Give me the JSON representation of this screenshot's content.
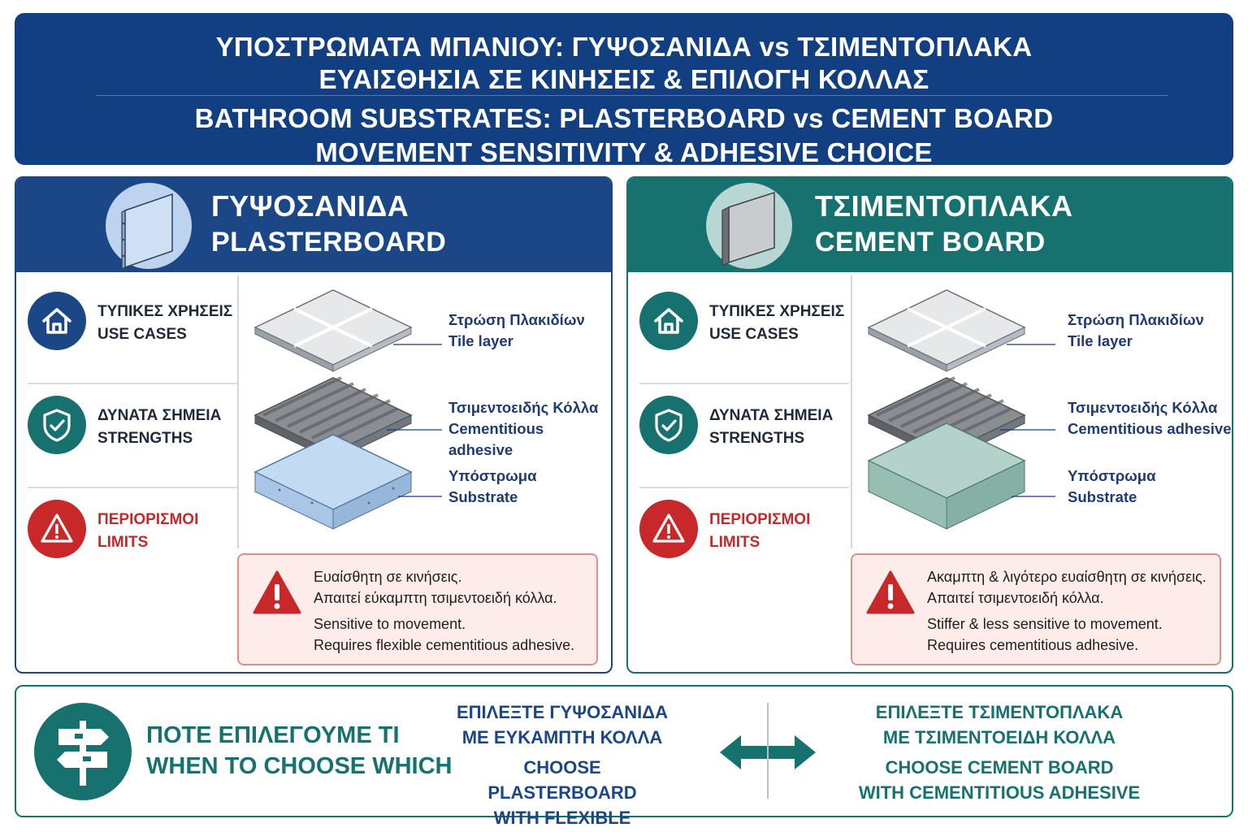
{
  "title": {
    "greek_line1": "ΥΠΟΣΤΡΩΜΑΤΑ ΜΠΑΝΙΟΥ: ΓΥΨΟΣΑΝΙΔΑ vs ΤΣΙΜΕΝΤΟΠΛΑΚΑ",
    "greek_line2": "ΕΥΑΙΣΘΗΣΙΑ ΣΕ ΚΙΝΗΣΕΙΣ & ΕΠΙΛΟΓΗ ΚΟΛΛΑΣ",
    "english_line1": "BATHROOM SUBSTRATES: PLASTERBOARD vs CEMENT BOARD",
    "english_line2": "MOVEMENT SENSITIVITY & ADHESIVE CHOICE"
  },
  "panels": {
    "plasterboard": {
      "title_gr": "ΓΥΨΟΣΑΝΙΔΑ",
      "title_en": "PLASTERBOARD",
      "color": "#1b4787",
      "substrate_color": "#bcd6f0",
      "rows": [
        {
          "icon": "house-icon",
          "gr": "ΤΥΠΙΚΕΣ ΧΡΗΣΕΙΣ",
          "en": "USE CASES"
        },
        {
          "icon": "shield-check-icon",
          "gr": "ΔΥΝΑΤΑ ΣΗΜΕΙΑ",
          "en": "STRENGTHS"
        },
        {
          "icon": "warning-icon",
          "gr": "ΠΕΡΙΟΡΙΣΜΟΙ",
          "en": "LIMITS"
        }
      ],
      "layers": [
        {
          "gr": "Στρώση Πλακιδίων",
          "en": "Tile layer"
        },
        {
          "gr": "Τσιμεντοειδής Κόλλα",
          "en": "Cementitious adhesive"
        },
        {
          "gr": "Υπόστρωμα",
          "en": "Substrate"
        }
      ],
      "warning": {
        "gr_line1": "Ευαίσθητη σε κινήσεις.",
        "gr_line2": "Απαιτεί εύκαμπτη τσιμεντοειδή κόλλα.",
        "en_line1": "Sensitive to movement.",
        "en_line2": "Requires flexible cementitious adhesive."
      }
    },
    "cementboard": {
      "title_gr": "ΤΣΙΜΕΝΤΟΠΛΑΚΑ",
      "title_en": "CEMENT BOARD",
      "color": "#17716f",
      "substrate_color": "#a9c9c2",
      "rows": [
        {
          "icon": "house-icon",
          "gr": "ΤΥΠΙΚΕΣ ΧΡΗΣΕΙΣ",
          "en": "USE CASES"
        },
        {
          "icon": "shield-check-icon",
          "gr": "ΔΥΝΑΤΑ ΣΗΜΕΙΑ",
          "en": "STRENGTHS"
        },
        {
          "icon": "warning-icon",
          "gr": "ΠΕΡΙΟΡΙΣΜΟΙ",
          "en": "LIMITS"
        }
      ],
      "layers": [
        {
          "gr": "Στρώση Πλακιδίων",
          "en": "Tile layer"
        },
        {
          "gr": "Τσιμεντοειδής Κόλλα",
          "en": "Cementitious adhesive"
        },
        {
          "gr": "Υπόστρωμα",
          "en": "Substrate"
        }
      ],
      "warning": {
        "gr_line1": "Ακαμπτη & λιγότερο ευαίσθητη σε κινήσεις.",
        "gr_line2": "Απαιτεί τσιμεντοειδή κόλλα.",
        "en_line1": "Stiffer & less sensitive to movement.",
        "en_line2": "Requires cementitious adhesive."
      }
    }
  },
  "bottom": {
    "question_gr": "ΠΟΤΕ ΕΠΙΛΕΓΟΥΜΕ ΤΙ",
    "question_en": "WHEN TO CHOOSE WHICH",
    "plasterboard_choice": {
      "gr_line1": "ΕΠΙΛΕΞΤΕ ΓΥΨΟΣΑΝΙΔΑ",
      "gr_line2": "ΜΕ ΕΥΚΑΜΠΤΗ ΚΟΛΛΑ",
      "en_line1": "CHOOSE PLASTERBOARD",
      "en_line2": "WITH FLEXIBLE ADHESIVE"
    },
    "cementboard_choice": {
      "gr_line1": "ΕΠΙΛΕΞΤΕ ΤΣΙΜΕΝΤΟΠΛΑΚΑ",
      "gr_line2": "ΜΕ ΤΣΙΜΕΝΤΟΕΙΔΗ ΚΟΛΛΑ",
      "en_line1": "CHOOSE CEMENT BOARD",
      "en_line2": "WITH CEMENTITIOUS ADHESIVE"
    }
  }
}
